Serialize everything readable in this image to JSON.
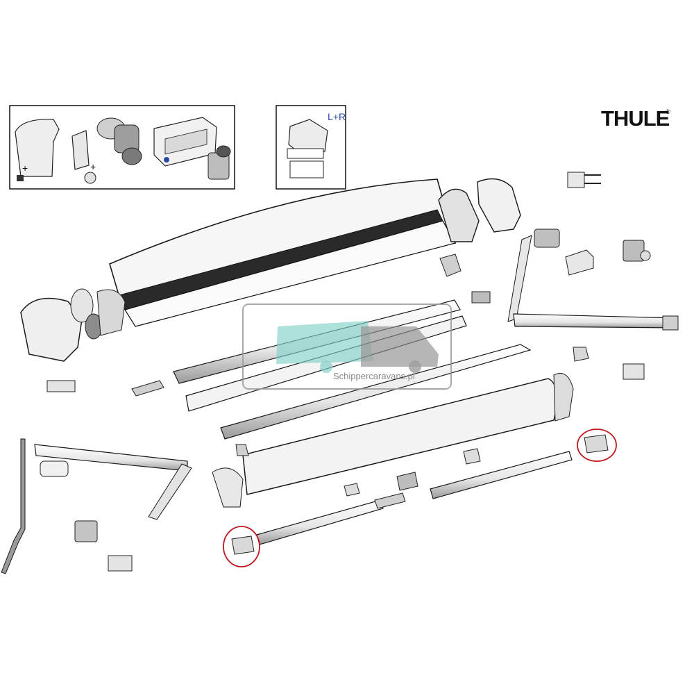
{
  "brand": {
    "name": "THULE",
    "registered_mark": "®"
  },
  "inset_right": {
    "label": "L+R"
  },
  "watermark": {
    "text": "Schippercaravans.pl"
  },
  "colors": {
    "line": "#1a1a1a",
    "fill": "#f4f4f4",
    "shade": "#b5b5b5",
    "accent_blue": "#2b4aa8",
    "highlight_circle": "#c0161c",
    "watermark_teal": "#7fd0c4",
    "watermark_gray": "#8c8c8c"
  },
  "highlighted_parts": 2
}
